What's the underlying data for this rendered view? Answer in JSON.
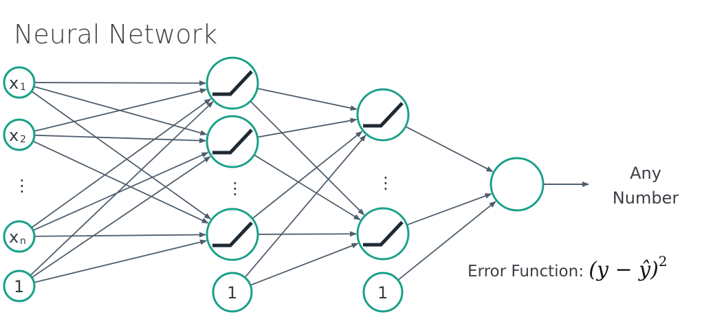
{
  "title": "Neural Network",
  "inputs": {
    "x1": {
      "base": "x",
      "sub": "1"
    },
    "x2": {
      "base": "x",
      "sub": "2"
    },
    "xn": {
      "base": "x",
      "sub": "n"
    },
    "bias": "1"
  },
  "ellipsis": "⋮",
  "hidden_bias_1": "1",
  "hidden_bias_2": "1",
  "output": {
    "line1": "Any",
    "line2": "Number"
  },
  "error": {
    "label": "Error Function:",
    "formula": "(y − ŷ)",
    "exponent": "2"
  },
  "colors": {
    "node_stroke": "#17a088",
    "edge": "#4e5d6c",
    "activation": "#1f2a33"
  },
  "icons": {
    "activation": "relu-icon",
    "arrow": "arrowhead"
  }
}
